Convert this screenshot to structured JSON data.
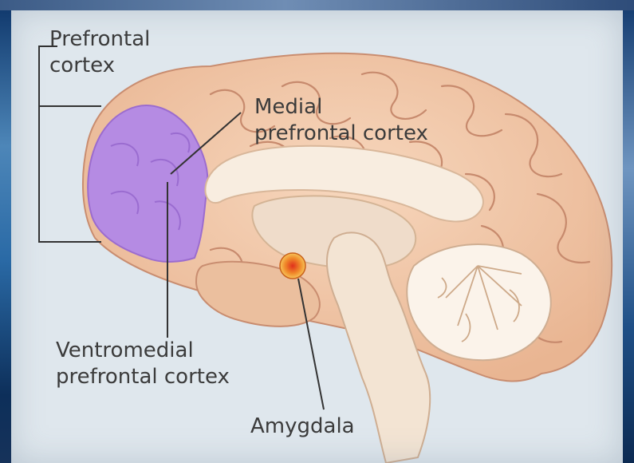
{
  "labels": {
    "prefrontal": [
      "Prefrontal",
      "cortex"
    ],
    "medial": [
      "Medial",
      "prefrontal cortex"
    ],
    "ventromedial": [
      "Ventromedial",
      "prefrontal cortex"
    ],
    "amygdala": "Amygdala"
  },
  "colors": {
    "brain": "#f3c9a8",
    "prefrontal_region": "#b58be3",
    "amygdala": "#f08a2a",
    "background": "#dfe7ed"
  }
}
